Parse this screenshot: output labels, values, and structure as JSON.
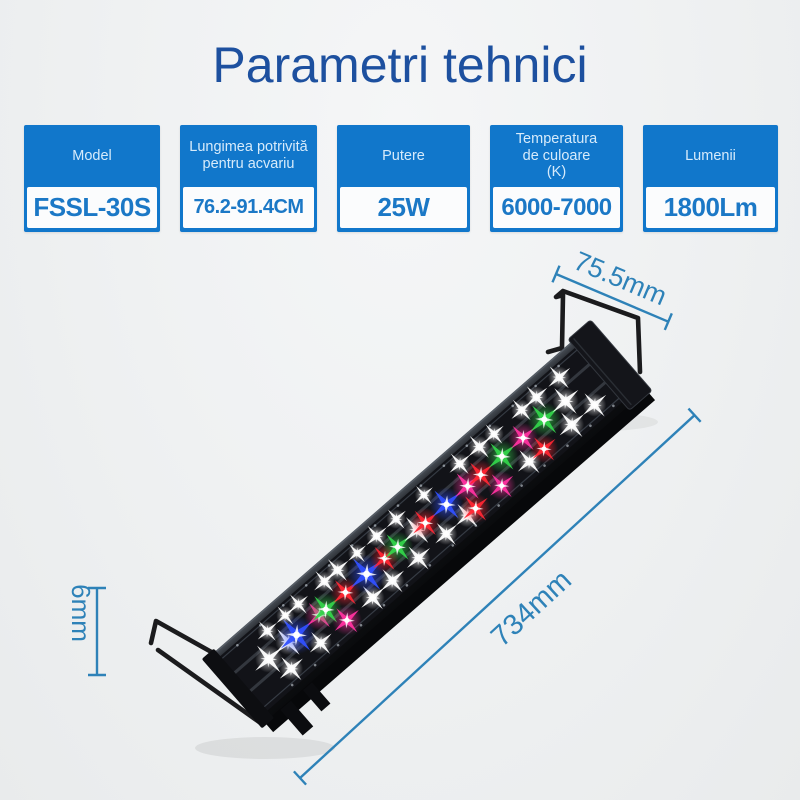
{
  "page": {
    "title": "Parametri tehnici",
    "title_color": "#1d509f",
    "background_color": "#eff1f2"
  },
  "specs": {
    "header_bg_color": "#1177cb",
    "header_text_color": "#d7ebfb",
    "value_text_color": "#1b78c6",
    "columns": [
      {
        "label": "Model",
        "value": "FSSL-30S"
      },
      {
        "label": "Lungimea potrivită\npentru acvariu",
        "value": "76.2-91.4CM"
      },
      {
        "label": "Putere",
        "value": "25W"
      },
      {
        "label": "Temperatura\nde culoare\n(K)",
        "value": "6000-7000"
      },
      {
        "label": "Lumenii",
        "value": "1800Lm"
      }
    ]
  },
  "dimensions": {
    "color": "#2e82b8",
    "width_label": "75.5mm",
    "length_label": "734mm",
    "height_label": "6mm"
  },
  "product": {
    "name": "aquarium-led-light-bar",
    "body_color": "#121318",
    "bracket_color": "#1b1b1d",
    "led_colors": {
      "white": "#ffffff",
      "red": "#ff2633",
      "green": "#33d34a",
      "blue": "#3050ff",
      "magenta": "#ff31a0"
    },
    "leds": [
      {
        "t": 0.02,
        "row": 1,
        "c": "white",
        "s": 1.05
      },
      {
        "t": 0.045,
        "row": 2,
        "c": "white",
        "s": 0.9
      },
      {
        "t": 0.06,
        "row": 0,
        "c": "white",
        "s": 0.75
      },
      {
        "t": 0.08,
        "row": 1,
        "c": "white",
        "s": 1.0
      },
      {
        "t": 0.105,
        "row": 1,
        "c": "blue",
        "s": 1.3
      },
      {
        "t": 0.115,
        "row": 0,
        "c": "white",
        "s": 0.7
      },
      {
        "t": 0.135,
        "row": 2,
        "c": "white",
        "s": 0.85
      },
      {
        "t": 0.155,
        "row": 0,
        "c": "white",
        "s": 0.75
      },
      {
        "t": 0.175,
        "row": 1,
        "c": "magenta",
        "s": 1.0
      },
      {
        "t": 0.195,
        "row": 1,
        "c": "green",
        "s": 1.1
      },
      {
        "t": 0.215,
        "row": 2,
        "c": "magenta",
        "s": 1.0
      },
      {
        "t": 0.235,
        "row": 0,
        "c": "white",
        "s": 0.8
      },
      {
        "t": 0.255,
        "row": 1,
        "c": "red",
        "s": 1.0
      },
      {
        "t": 0.275,
        "row": 0,
        "c": "white",
        "s": 0.85
      },
      {
        "t": 0.295,
        "row": 2,
        "c": "white",
        "s": 0.9
      },
      {
        "t": 0.32,
        "row": 1,
        "c": "blue",
        "s": 1.3
      },
      {
        "t": 0.335,
        "row": 0,
        "c": "white",
        "s": 0.7
      },
      {
        "t": 0.355,
        "row": 2,
        "c": "white",
        "s": 0.9
      },
      {
        "t": 0.375,
        "row": 1,
        "c": "red",
        "s": 0.95
      },
      {
        "t": 0.395,
        "row": 0,
        "c": "white",
        "s": 0.8
      },
      {
        "t": 0.415,
        "row": 1,
        "c": "green",
        "s": 1.05
      },
      {
        "t": 0.435,
        "row": 2,
        "c": "white",
        "s": 0.9
      },
      {
        "t": 0.455,
        "row": 0,
        "c": "white",
        "s": 0.75
      },
      {
        "t": 0.475,
        "row": 1,
        "c": "white",
        "s": 1.0
      },
      {
        "t": 0.5,
        "row": 1,
        "c": "red",
        "s": 1.0
      },
      {
        "t": 0.52,
        "row": 2,
        "c": "white",
        "s": 0.85
      },
      {
        "t": 0.54,
        "row": 0,
        "c": "white",
        "s": 0.7
      },
      {
        "t": 0.565,
        "row": 1,
        "c": "blue",
        "s": 1.15
      },
      {
        "t": 0.585,
        "row": 2,
        "c": "white",
        "s": 0.9
      },
      {
        "t": 0.61,
        "row": 2,
        "c": "red",
        "s": 1.0
      },
      {
        "t": 0.63,
        "row": 1,
        "c": "magenta",
        "s": 1.05
      },
      {
        "t": 0.65,
        "row": 0,
        "c": "white",
        "s": 0.8
      },
      {
        "t": 0.67,
        "row": 1,
        "c": "red",
        "s": 1.0
      },
      {
        "t": 0.69,
        "row": 2,
        "c": "magenta",
        "s": 0.95
      },
      {
        "t": 0.71,
        "row": 0,
        "c": "white",
        "s": 0.85
      },
      {
        "t": 0.735,
        "row": 1,
        "c": "green",
        "s": 1.1
      },
      {
        "t": 0.755,
        "row": 0,
        "c": "white",
        "s": 0.75
      },
      {
        "t": 0.775,
        "row": 2,
        "c": "white",
        "s": 0.9
      },
      {
        "t": 0.8,
        "row": 1,
        "c": "magenta",
        "s": 1.0
      },
      {
        "t": 0.82,
        "row": 2,
        "c": "red",
        "s": 0.95
      },
      {
        "t": 0.84,
        "row": 0,
        "c": "white",
        "s": 0.8
      },
      {
        "t": 0.865,
        "row": 1,
        "c": "green",
        "s": 1.15
      },
      {
        "t": 0.885,
        "row": 0,
        "c": "white",
        "s": 0.85
      },
      {
        "t": 0.905,
        "row": 2,
        "c": "white",
        "s": 0.95
      },
      {
        "t": 0.93,
        "row": 1,
        "c": "white",
        "s": 1.0
      },
      {
        "t": 0.955,
        "row": 0,
        "c": "white",
        "s": 0.85
      },
      {
        "t": 0.975,
        "row": 2,
        "c": "white",
        "s": 0.9
      }
    ]
  }
}
